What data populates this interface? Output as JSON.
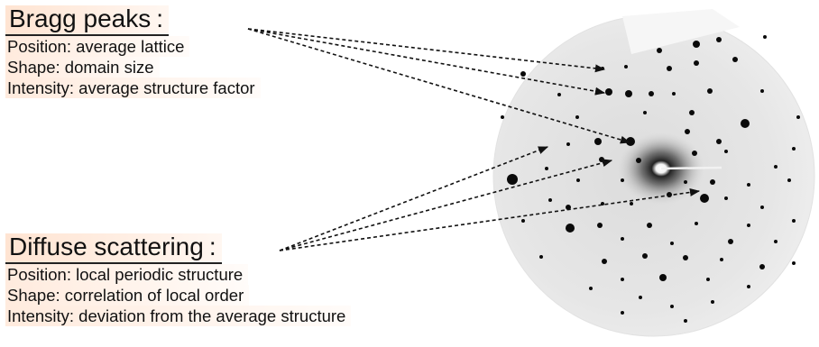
{
  "bragg": {
    "title": "Bragg peaks",
    "colon": ":",
    "lines": [
      "Position: average lattice",
      "Shape: domain size",
      "Intensity: average structure factor"
    ]
  },
  "diffuse": {
    "title": "Diffuse scattering",
    "colon": ":",
    "lines": [
      "Position: local periodic structure",
      "Shape: correlation of local order",
      "Intensity: deviation from the average structure"
    ]
  },
  "colors": {
    "arrow": "#111111",
    "pattern_background": "#ebebeb",
    "spot": "#0a0a0a"
  },
  "icons": [
    "diffraction-pattern-image",
    "dashed-arrow-icon"
  ]
}
